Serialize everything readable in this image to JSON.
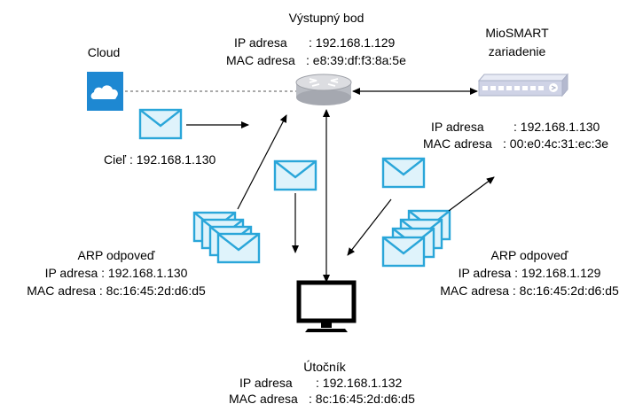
{
  "gateway": {
    "title": "Výstupný bod",
    "ip_label": "IP adresa",
    "ip_value": ": 192.168.1.129",
    "mac_label": "MAC adresa",
    "mac_value": ": e8:39:df:f3:8a:5e"
  },
  "cloud": {
    "title": "Cloud",
    "target_label": "Cieľ : 192.168.1.130"
  },
  "device": {
    "title_line1": "MioSMART",
    "title_line2": "zariadenie",
    "ip_label": "IP adresa",
    "ip_value": ": 192.168.1.130",
    "mac_label": "MAC adresa",
    "mac_value": ": 00:e0:4c:31:ec:3e"
  },
  "arp_left": {
    "title": "ARP odpoveď",
    "ip_line": "IP adresa : 192.168.1.130",
    "mac_line": "MAC adresa : 8c:16:45:2d:d6:d5"
  },
  "arp_right": {
    "title": "ARP odpoveď",
    "ip_line": "IP adresa : 192.168.1.129",
    "mac_line": "MAC adresa : 8c:16:45:2d:d6:d5"
  },
  "attacker": {
    "title": "Útočník",
    "ip_label": "IP adresa",
    "ip_value": ": 192.168.1.132",
    "mac_label": "MAC adresa",
    "mac_value": ": 8c:16:45:2d:d6:d5"
  },
  "colors": {
    "envelope_fill": "#dff3fb",
    "envelope_stroke": "#2aa6d9",
    "cloud_bg": "#1e88d2",
    "router_fill": "#c7c9cf",
    "switch_fill": "#cfd3e6"
  },
  "icons": [
    "cloud-icon",
    "router-icon",
    "switch-icon",
    "monitor-icon",
    "envelope-icon"
  ]
}
